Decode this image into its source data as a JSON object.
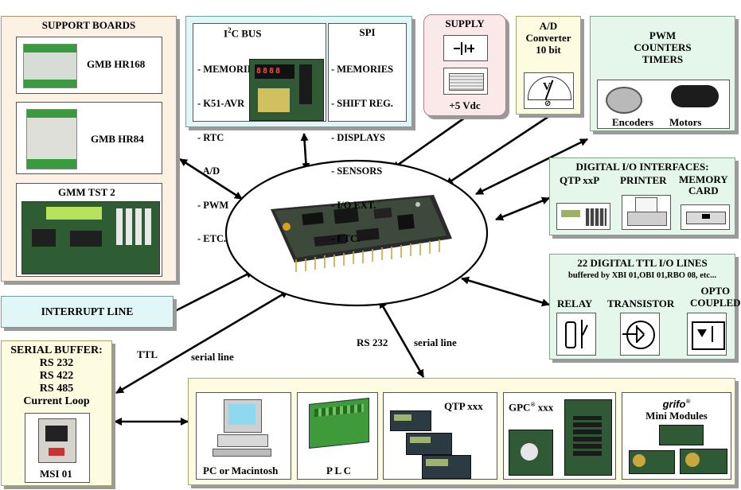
{
  "support_boards": {
    "title": "SUPPORT BOARDS",
    "items": [
      "GMB HR168",
      "GMB HR84",
      "GMM TST 2"
    ]
  },
  "i2c": {
    "title_prefix": "I",
    "title_sup": "2",
    "title_suffix": "C BUS",
    "items": [
      "- MEMORIES",
      "- K51-AVR",
      "- RTC",
      "- A/D",
      "- PWM",
      "- ETC."
    ]
  },
  "spi": {
    "title": "SPI",
    "items": [
      "- MEMORIES",
      "- SHIFT REG.",
      "- DISPLAYS",
      "- SENSORS",
      "- I/O EXT.",
      "- ETC."
    ]
  },
  "supply": {
    "title": "SUPPLY",
    "voltage": "+5 Vdc"
  },
  "ad": {
    "title_line1": "A/D",
    "title_line2": "Converter",
    "title_line3": "10 bit"
  },
  "pwm": {
    "title_line1": "PWM",
    "title_line2": "COUNTERS",
    "title_line3": "TIMERS",
    "encoders": "Encoders",
    "motors": "Motors"
  },
  "digital_io": {
    "title": "DIGITAL I/O INTERFACES:",
    "qtp": "QTP xxP",
    "printer": "PRINTER",
    "memory_line1": "MEMORY",
    "memory_line2": "CARD"
  },
  "ttl": {
    "title": "22 DIGITAL TTL I/O LINES",
    "subtitle": "buffered by XBI 01,OBI 01,RBO 08, etc...",
    "relay": "RELAY",
    "transistor": "TRANSISTOR",
    "opto_line1": "OPTO",
    "opto_line2": "COUPLED"
  },
  "interrupt": {
    "label": "INTERRUPT LINE"
  },
  "serial_buffer": {
    "title": "SERIAL BUFFER:",
    "items": [
      "RS 232",
      "RS 422",
      "RS 485",
      "Current Loop"
    ],
    "module": "MSI 01"
  },
  "links": {
    "ttl": "TTL",
    "serial_line_left": "serial line",
    "rs232": "RS 232",
    "serial_line_right": "serial line"
  },
  "bottom": {
    "pc": "PC or Macintosh",
    "plc": "P L C",
    "qtp": "QTP xxx",
    "gpc": "GPC",
    "gpc_reg": "®",
    "gpc_suffix": " xxx",
    "grifo": "grifo",
    "grifo_reg": "®",
    "mini": "Mini Modules"
  },
  "colors": {
    "peach": "#fdf1e3",
    "cream": "#fdfbe0",
    "mint": "#e4f7ea",
    "aqua": "#e0f6f7",
    "pink": "#fbe9ea",
    "board_green": "#2e5d33"
  }
}
